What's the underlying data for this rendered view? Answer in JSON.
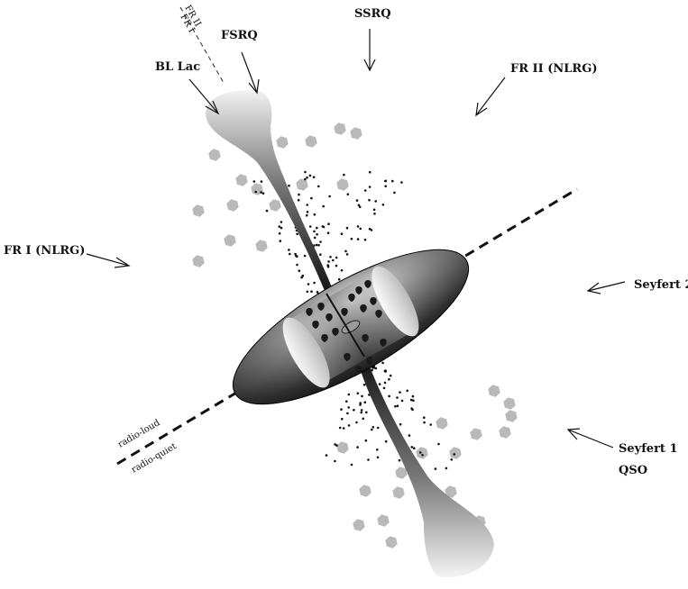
{
  "labels": {
    "fsrq": "FSRQ",
    "ssrq": "SSRQ",
    "bllac": "BL Lac",
    "fr2_nlrg": "FR II (NLRG)",
    "fr1_nlrg": "FR I (NLRG)",
    "seyfert2": "Seyfert 2",
    "seyfert1": "Seyfert 1",
    "qso": "QSO",
    "fr2_small": "FR II",
    "fr1_small": "FR I",
    "radio_loud": "radio-loud",
    "radio_quiet": "radio-quiet"
  },
  "colors": {
    "ink": "#111111",
    "cloud_grey": "#b9b9b9",
    "torus_dark": "#2a2a2a",
    "torus_light": "#d8d8d8"
  }
}
